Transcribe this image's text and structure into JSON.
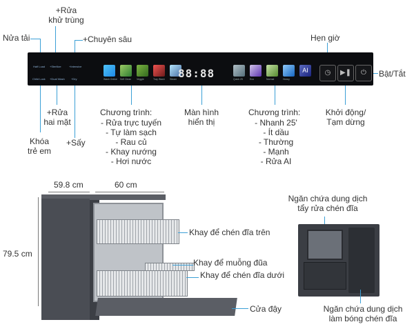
{
  "top_labels": {
    "half_load": "Nửa tải",
    "sterilize_l1": "+Rửa",
    "sterilize_l2": "khử trùng",
    "intensive": "+Chuyên sâu",
    "timer": "Hẹn giờ",
    "power": "Bật/Tắt"
  },
  "bottom_labels": {
    "two_side_l1": "+Rửa",
    "two_side_l2": "hai mặt",
    "child_lock_l1": "Khóa",
    "child_lock_l2": "trẻ em",
    "dry": "+Sấy",
    "programs_left_title": "Chương trình:",
    "programs_left": [
      "- Rửa trực tuyến",
      "- Tự làm sạch",
      "- Rau củ",
      "- Khay nướng",
      "- Hơi nước"
    ],
    "display_l1": "Màn hình",
    "display_l2": "hiển thị",
    "programs_right_title": "Chương trình:",
    "programs_right": [
      "- Nhanh 25'",
      "- Ít dầu",
      "- Thường",
      "- Mạnh",
      "- Rửa AI"
    ],
    "start_pause_l1": "Khởi động/",
    "start_pause_l2": "Tạm dừng"
  },
  "panel": {
    "display_value": "88:88",
    "left_tiles": [
      "Wash Online",
      "Self Clean",
      "Veggie",
      "Tray Wash",
      "Steam"
    ],
    "right_tiles": [
      "Quick 25",
      "Eco",
      "Normal",
      "Heavy",
      "AI"
    ],
    "small_labels": [
      "Half Load",
      "+Sterilize",
      "+Intensive",
      "Child Lock",
      "+Dual Wash",
      "+Dry"
    ],
    "icons": [
      "timer-icon",
      "play-pause-icon",
      "power-icon"
    ],
    "accent_color": "#3a9fd6"
  },
  "dimensions": {
    "depth": "59.8 cm",
    "width": "60 cm",
    "height": "79.5 cm"
  },
  "part_labels": {
    "upper_rack": "Khay để chén đĩa trên",
    "cutlery_tray": "Khay để muỗng đũa",
    "lower_rack": "Khay để chén đĩa dưới",
    "door": "Cửa đậy",
    "detergent_l1": "Ngăn chứa dung dịch",
    "detergent_l2": "tẩy rửa chén đĩa",
    "rinse_l1": "Ngăn chứa dung dịch",
    "rinse_l2": "làm bóng chén đĩa"
  }
}
